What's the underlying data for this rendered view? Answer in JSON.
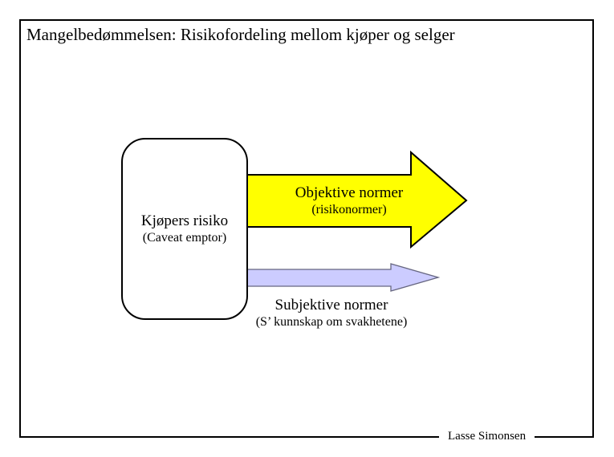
{
  "slide": {
    "title": "Mangelbedømmelsen: Risikofordeling mellom kjøper og selger",
    "footer_credit": "Lasse Simonsen"
  },
  "diagram": {
    "buyer_risk_box": {
      "label": "Kjøpers risiko",
      "sublabel": "(Caveat emptor)",
      "fill": "#ffffff",
      "stroke": "#000000"
    },
    "objective_arrow": {
      "label": "Objektive normer",
      "sublabel": "(risikonormer)",
      "fill": "#ffff00",
      "stroke": "#000000"
    },
    "subjective_arrow": {
      "label": "Subjektive normer",
      "sublabel": "(S’ kunnskap om svakhetene)",
      "fill": "#ccccff",
      "stroke": "#666680"
    }
  }
}
